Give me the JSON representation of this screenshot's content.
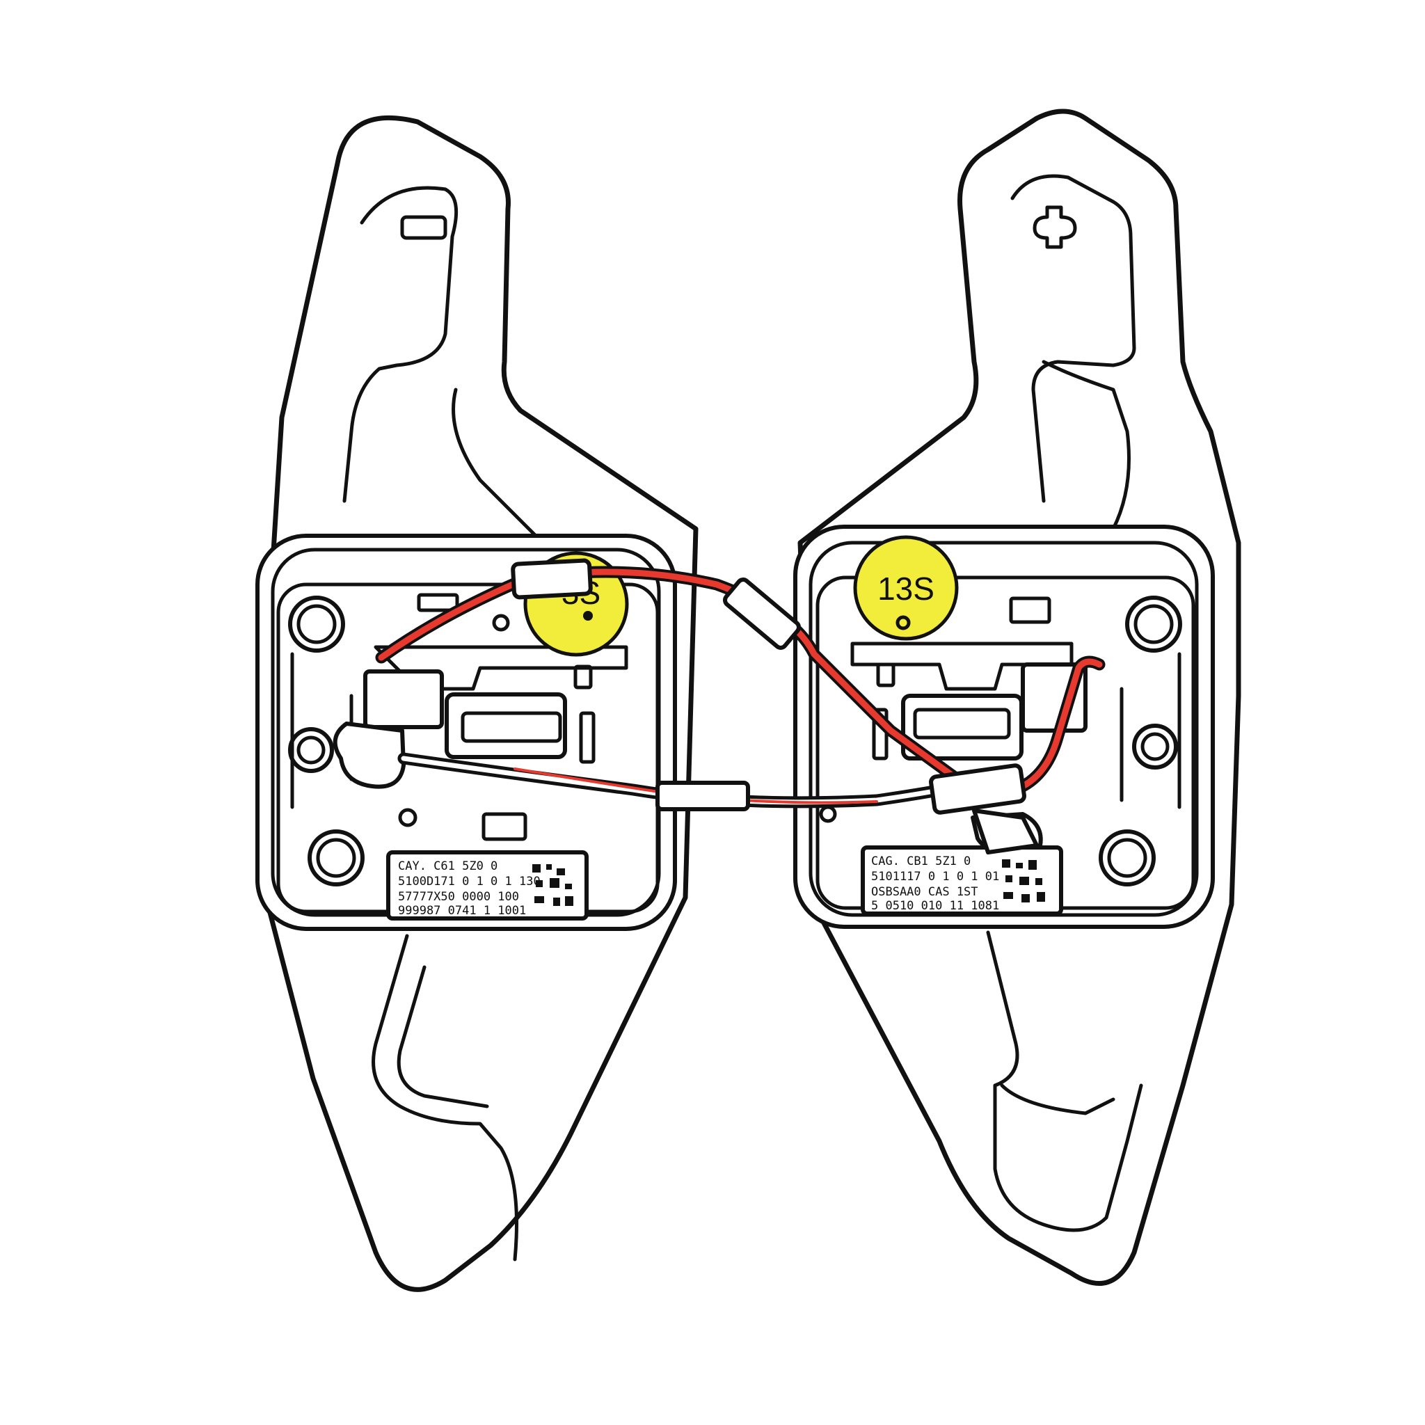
{
  "diagram": {
    "type": "line-drawing",
    "subject": "steering wheel paddle shifters (rear view) with wiring harness",
    "colors": {
      "outline": "#111111",
      "wire": "#e8392f",
      "sticker": "#f2ec3a",
      "background": "#ffffff"
    }
  },
  "left_paddle": {
    "top_icon": "minus-icon",
    "sticker_text": "3S",
    "label_lines": [
      "CAY.  C61 5Z0 0",
      "5100D171 0 1 0 1 130",
      "57777X50    0000  100",
      "999987 0741  1  1001"
    ]
  },
  "right_paddle": {
    "top_icon": "plus-icon",
    "sticker_text": "13S",
    "label_lines": [
      "CAG.  CB1 5Z1 0",
      "5101117 0 1 0 1 01",
      "OSBSAA0    CAS  1ST",
      "5 0510 010 11  1081"
    ]
  }
}
